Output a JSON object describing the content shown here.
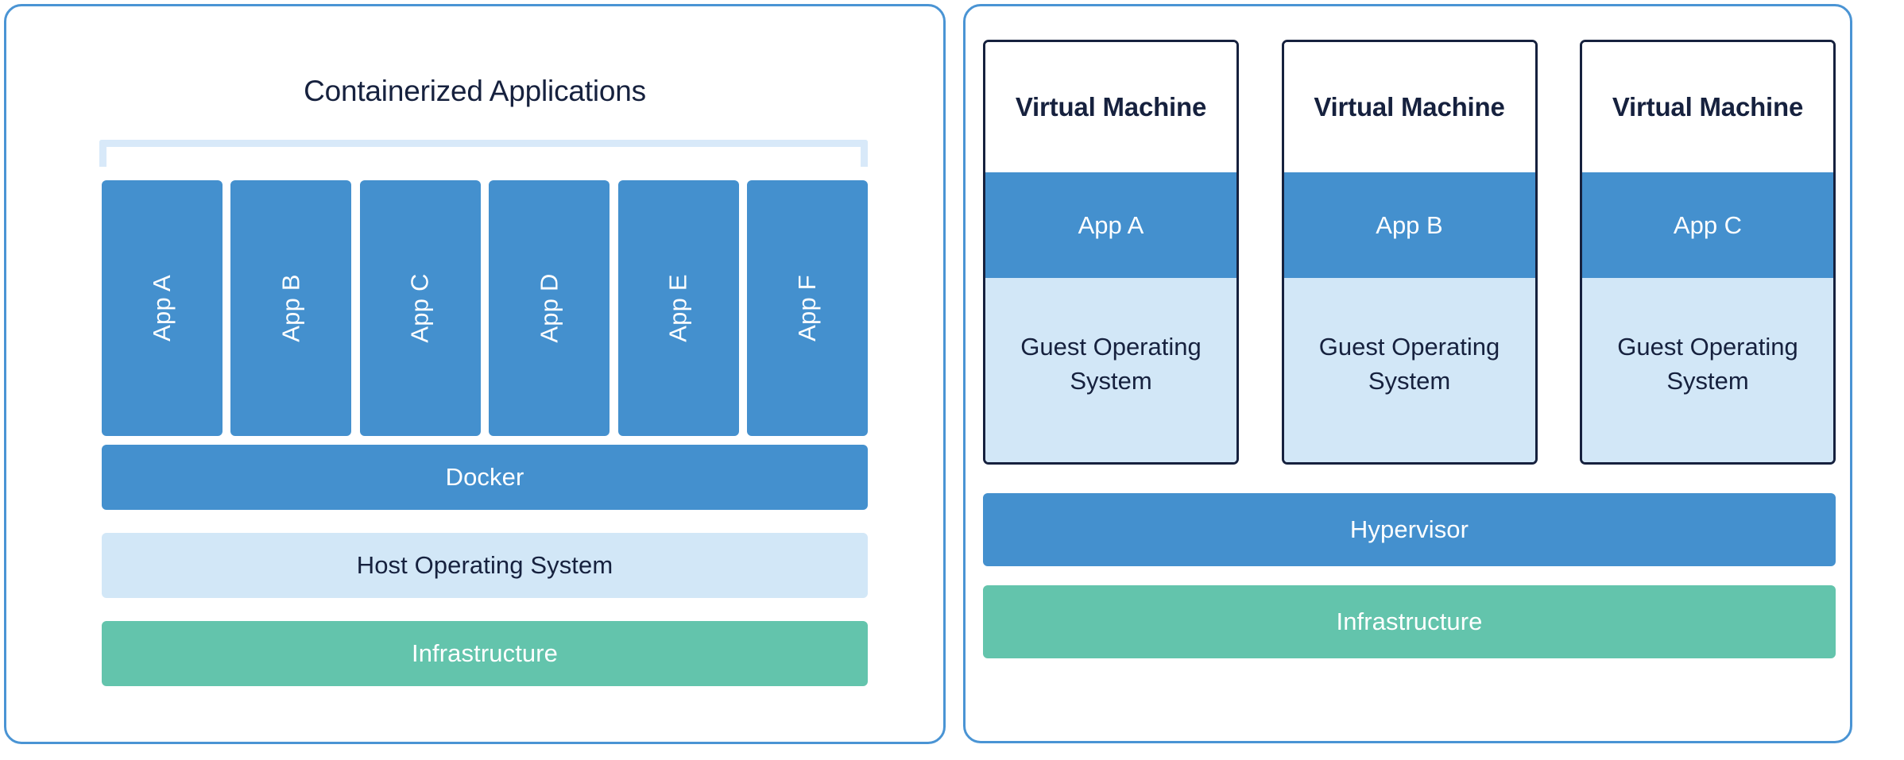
{
  "colors": {
    "panel_border": "#4a94d4",
    "blue": "#4490ce",
    "light_blue": "#d2e7f7",
    "green": "#63c4ac",
    "navy_text": "#16213e",
    "bracket": "#d8e9f9",
    "vm_border": "#16213e"
  },
  "containers_panel": {
    "title": "Containerized Applications",
    "apps": [
      {
        "label": "App A"
      },
      {
        "label": "App B"
      },
      {
        "label": "App C"
      },
      {
        "label": "App D"
      },
      {
        "label": "App E"
      },
      {
        "label": "App F"
      }
    ],
    "layers": [
      {
        "label": "Docker",
        "style": "blue"
      },
      {
        "label": "Host Operating System",
        "style": "light"
      },
      {
        "label": "Infrastructure",
        "style": "green"
      }
    ]
  },
  "vms_panel": {
    "machines": [
      {
        "title": "Virtual Machine",
        "app": "App A",
        "guest_os": "Guest Operating System"
      },
      {
        "title": "Virtual Machine",
        "app": "App B",
        "guest_os": "Guest Operating System"
      },
      {
        "title": "Virtual Machine",
        "app": "App C",
        "guest_os": "Guest Operating System"
      }
    ],
    "layers": [
      {
        "label": "Hypervisor",
        "style": "blue"
      },
      {
        "label": "Infrastructure",
        "style": "green"
      }
    ]
  }
}
